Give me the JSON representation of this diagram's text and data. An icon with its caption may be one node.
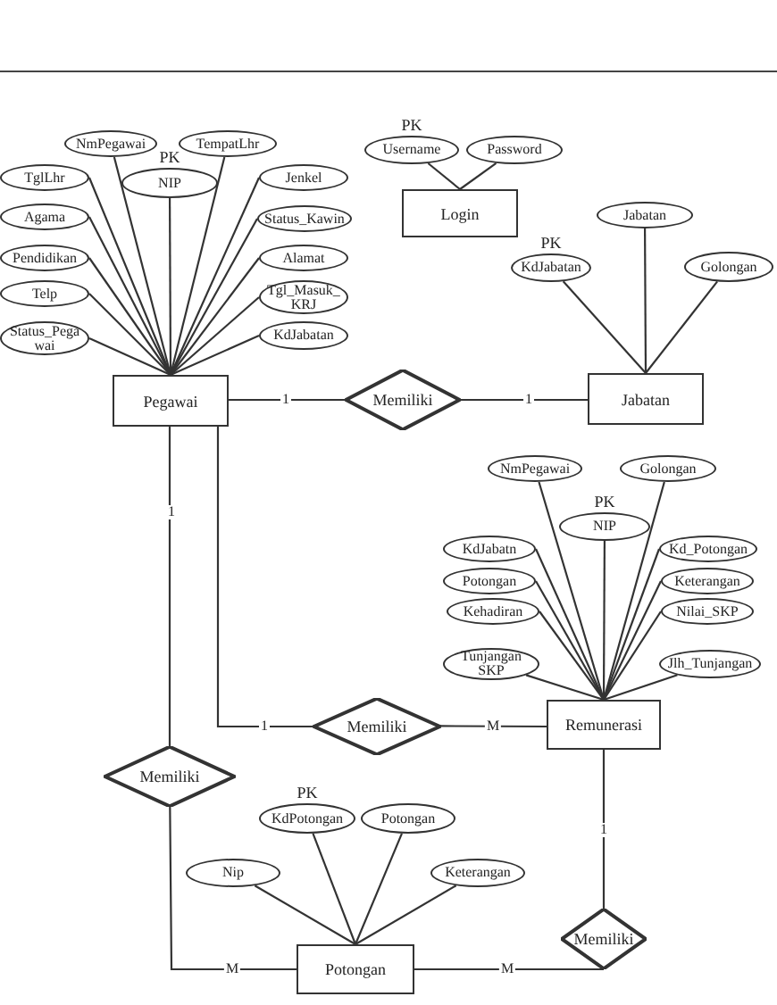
{
  "diagram": {
    "nodes": [
      {
        "text": [
          "Login"
        ]
      },
      {
        "text": [
          "Username"
        ],
        "beside": [
          "PK"
        ]
      },
      {
        "text": [
          "Password"
        ]
      },
      {
        "text": [
          "Pegawai"
        ]
      },
      {
        "text": [
          "NmPegawai"
        ]
      },
      {
        "text": [
          "TempatLhr"
        ]
      },
      {
        "text": [
          "NIP"
        ],
        "beside": [
          "PK"
        ]
      },
      {
        "text": [
          "TglLhr"
        ]
      },
      {
        "text": [
          "Jenkel"
        ]
      },
      {
        "text": [
          "Agama"
        ]
      },
      {
        "text": [
          "Status_Kawin"
        ]
      },
      {
        "text": [
          "Pendidikan"
        ]
      },
      {
        "text": [
          "Alamat"
        ]
      },
      {
        "text": [
          "Telp"
        ]
      },
      {
        "text": [
          "Tgl_Masuk_ KRJ"
        ]
      },
      {
        "text": [
          "Status_Pega wai"
        ]
      },
      {
        "text": [
          "KdJabatan"
        ]
      },
      {
        "text": [
          "Memiliki"
        ]
      },
      {
        "text": [
          "Jabatan"
        ]
      },
      {
        "text": [
          "Jabatan"
        ]
      },
      {
        "text": [
          "KdJabatan"
        ],
        "beside": [
          "PK"
        ]
      },
      {
        "text": [
          "Golongan"
        ]
      },
      {
        "text": [
          "Remunerasi"
        ]
      },
      {
        "text": [
          "NmPegawai"
        ]
      },
      {
        "text": [
          "Golongan"
        ]
      },
      {
        "text": [
          "NIP"
        ],
        "beside": [
          "PK"
        ]
      },
      {
        "text": [
          "KdJabatn"
        ]
      },
      {
        "text": [
          "Kd_Potongan"
        ]
      },
      {
        "text": [
          "Potongan"
        ]
      },
      {
        "text": [
          "Keterangan"
        ]
      },
      {
        "text": [
          "Kehadiran"
        ]
      },
      {
        "text": [
          "Nilai_SKP"
        ]
      },
      {
        "text": [
          "Tunjangan SKP"
        ]
      },
      {
        "text": [
          "Jlh_Tunjangan"
        ]
      },
      {
        "text": [
          "Memiliki"
        ]
      },
      {
        "text": [
          "Memiliki"
        ]
      },
      {
        "text": [
          "Potongan"
        ]
      },
      {
        "text": [
          "KdPotongan"
        ],
        "beside": [
          "PK"
        ]
      },
      {
        "text": [
          "Potongan"
        ]
      },
      {
        "text": [
          "Nip"
        ]
      },
      {
        "text": [
          "Keterangan"
        ]
      },
      {
        "text": [
          "Memiliki"
        ]
      }
    ],
    "edges": [
      {
        "from": 0,
        "to": 1,
        "arrow": "none"
      },
      {
        "from": 0,
        "to": 2,
        "arrow": "none"
      },
      {
        "from": 3,
        "to": 4,
        "arrow": "none"
      },
      {
        "from": 3,
        "to": 5,
        "arrow": "none"
      },
      {
        "from": 3,
        "to": 6,
        "arrow": "none"
      },
      {
        "from": 3,
        "to": 7,
        "arrow": "none"
      },
      {
        "from": 3,
        "to": 8,
        "arrow": "none"
      },
      {
        "from": 3,
        "to": 9,
        "arrow": "none"
      },
      {
        "from": 3,
        "to": 10,
        "arrow": "none"
      },
      {
        "from": 3,
        "to": 11,
        "arrow": "none"
      },
      {
        "from": 3,
        "to": 12,
        "arrow": "none"
      },
      {
        "from": 3,
        "to": 13,
        "arrow": "none"
      },
      {
        "from": 3,
        "to": 14,
        "arrow": "none"
      },
      {
        "from": 3,
        "to": 15,
        "arrow": "none"
      },
      {
        "from": 3,
        "to": 16,
        "arrow": "none"
      },
      {
        "from": 18,
        "to": 19,
        "arrow": "none"
      },
      {
        "from": 18,
        "to": 20,
        "arrow": "none"
      },
      {
        "from": 18,
        "to": 21,
        "arrow": "none"
      },
      {
        "from": 22,
        "to": 23,
        "arrow": "none"
      },
      {
        "from": 22,
        "to": 24,
        "arrow": "none"
      },
      {
        "from": 22,
        "to": 25,
        "arrow": "none"
      },
      {
        "from": 22,
        "to": 26,
        "arrow": "none"
      },
      {
        "from": 22,
        "to": 27,
        "arrow": "none"
      },
      {
        "from": 22,
        "to": 28,
        "arrow": "none"
      },
      {
        "from": 22,
        "to": 29,
        "arrow": "none"
      },
      {
        "from": 22,
        "to": 30,
        "arrow": "none"
      },
      {
        "from": 22,
        "to": 31,
        "arrow": "none"
      },
      {
        "from": 22,
        "to": 32,
        "arrow": "none"
      },
      {
        "from": 22,
        "to": 33,
        "arrow": "none"
      },
      {
        "from": 36,
        "to": 37,
        "arrow": "none"
      },
      {
        "from": 36,
        "to": 38,
        "arrow": "none"
      },
      {
        "from": 36,
        "to": 39,
        "arrow": "none"
      },
      {
        "from": 36,
        "to": 40,
        "arrow": "none"
      },
      {
        "from": 3,
        "to": 17,
        "arrow": "none",
        "label": "1"
      },
      {
        "from": 17,
        "to": 18,
        "arrow": "none",
        "label": "1"
      },
      {
        "from": 3,
        "to": 34,
        "arrow": "none",
        "label": "1"
      },
      {
        "from": 34,
        "to": 22,
        "arrow": "none",
        "label": "M"
      },
      {
        "from": 3,
        "to": 35,
        "arrow": "none",
        "label": "1"
      },
      {
        "from": 35,
        "to": 36,
        "arrow": "none",
        "label": "M"
      },
      {
        "from": 22,
        "to": 41,
        "arrow": "none",
        "label": "1"
      },
      {
        "from": 41,
        "to": 36,
        "arrow": "none",
        "label": "M"
      }
    ]
  }
}
